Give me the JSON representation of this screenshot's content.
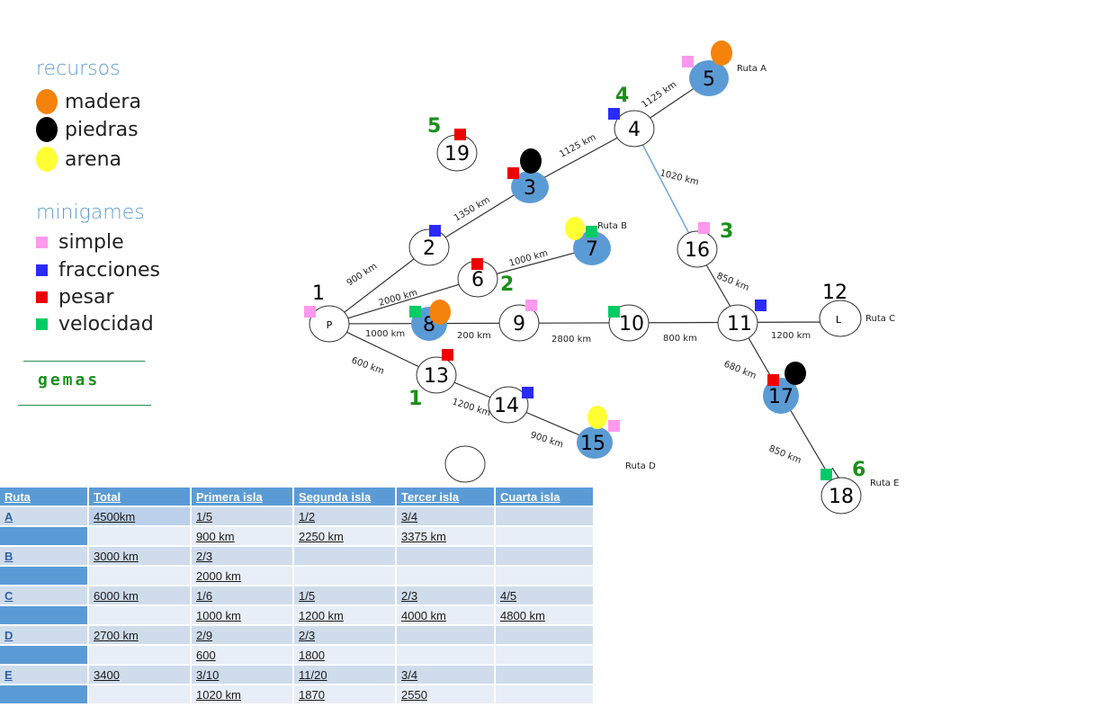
{
  "legend": {
    "recursos_title": "recursos",
    "recursos": [
      {
        "label": "madera",
        "color": "#f5820a"
      },
      {
        "label": "piedras",
        "color": "#000000"
      },
      {
        "label": "arena",
        "color": "#ffff33"
      }
    ],
    "minigames_title": "minigames",
    "minigames": [
      {
        "label": "simple",
        "color": "#ff99ee"
      },
      {
        "label": "fracciones",
        "color": "#2a2aff"
      },
      {
        "label": "pesar",
        "color": "#ee0000"
      },
      {
        "label": "velocidad",
        "color": "#00cc66"
      }
    ],
    "gemas": "gemas"
  },
  "graph": {
    "nodes": [
      {
        "id": "P",
        "label": "P",
        "number": "1"
      },
      {
        "id": "2",
        "label": "2"
      },
      {
        "id": "3",
        "label": "3",
        "filled": true
      },
      {
        "id": "4",
        "label": "4"
      },
      {
        "id": "5",
        "label": "5",
        "filled": true
      },
      {
        "id": "6",
        "label": "6"
      },
      {
        "id": "7",
        "label": "7",
        "filled": true
      },
      {
        "id": "8",
        "label": "8",
        "filled": true
      },
      {
        "id": "9",
        "label": "9"
      },
      {
        "id": "10",
        "label": "10"
      },
      {
        "id": "11",
        "label": "11"
      },
      {
        "id": "L",
        "label": "L",
        "number": "12"
      },
      {
        "id": "13",
        "label": "13"
      },
      {
        "id": "14",
        "label": "14"
      },
      {
        "id": "15",
        "label": "15",
        "filled": true
      },
      {
        "id": "16",
        "label": "16"
      },
      {
        "id": "17",
        "label": "17",
        "filled": true
      },
      {
        "id": "18",
        "label": "18"
      },
      {
        "id": "19",
        "label": "19"
      },
      {
        "id": "blank",
        "label": ""
      }
    ],
    "edge_labels": [
      "900 km",
      "1350 km",
      "1125 km",
      "1125 km",
      "2000 km",
      "1000 km",
      "1000 km",
      "200 km",
      "2800 km",
      "800 km",
      "1200 km",
      "600 km",
      "1200 km",
      "900 km",
      "1020 km",
      "850 km",
      "680 km",
      "850 km"
    ],
    "route_labels": [
      "Ruta A",
      "Ruta B",
      "Ruta C",
      "Ruta D",
      "Ruta E"
    ],
    "gem_numbers": [
      "1",
      "2",
      "3",
      "4",
      "5",
      "6"
    ]
  },
  "table": {
    "headers": [
      "Ruta",
      "Total",
      "Primera isla",
      "Segunda isla",
      "Tercer isla",
      "Cuarta isla"
    ],
    "rows": [
      [
        "A",
        "4500km",
        "1/5",
        "1/2",
        "3/4",
        ""
      ],
      [
        "",
        "",
        "900 km",
        "2250 km",
        "3375 km",
        ""
      ],
      [
        "B",
        "3000 km",
        "2/3",
        "",
        "",
        ""
      ],
      [
        "",
        "",
        "2000 km",
        "",
        "",
        ""
      ],
      [
        "C",
        "6000 km",
        "1/6",
        "1/5",
        "2/3",
        "4/5"
      ],
      [
        "",
        "",
        "1000 km",
        "1200 km",
        "4000 km",
        "4800 km"
      ],
      [
        "D",
        "2700 km",
        "2/9",
        "2/3",
        "",
        ""
      ],
      [
        "",
        "",
        "600",
        "1800",
        "",
        ""
      ],
      [
        "E",
        "3400",
        "3/10",
        "11/20",
        "3/4",
        ""
      ],
      [
        "",
        "",
        "1020 km",
        "1870",
        "2550",
        ""
      ]
    ]
  }
}
